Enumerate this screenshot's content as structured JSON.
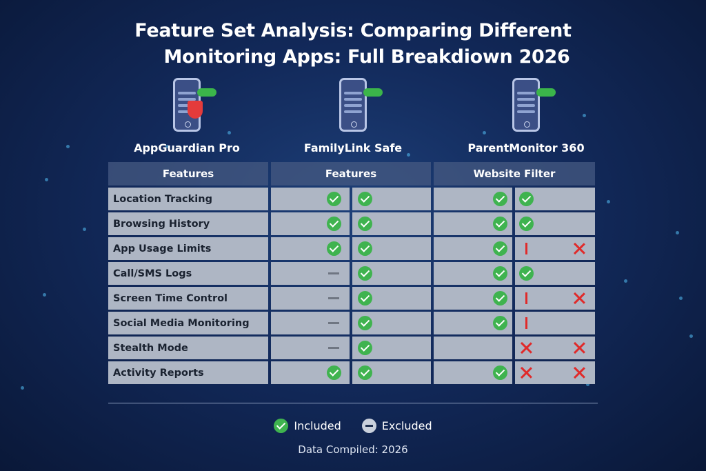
{
  "title": {
    "line1": "Feature Set Analysis: Comparing Different",
    "line2": "Monitoring Apps: Full Breakdiown 2026"
  },
  "apps": [
    {
      "name": "AppGuardian Pro",
      "icon": "phone-shield-icon"
    },
    {
      "name": "FamilyLink Safe",
      "icon": "phone-icon"
    },
    {
      "name": "ParentMonitor 360",
      "icon": "phone-icon"
    }
  ],
  "table": {
    "headers": [
      "Features",
      "Features",
      "Website Filter"
    ],
    "rows": [
      {
        "label": "Location Tracking",
        "marks": [
          "check",
          "check",
          "check",
          "check",
          ""
        ]
      },
      {
        "label": "Browsing History",
        "marks": [
          "check",
          "check",
          "check",
          "check",
          ""
        ]
      },
      {
        "label": "App Usage Limits",
        "marks": [
          "check",
          "check",
          "check",
          "bar",
          "x"
        ]
      },
      {
        "label": "Call/SMS Logs",
        "marks": [
          "dash",
          "check",
          "check",
          "check",
          ""
        ]
      },
      {
        "label": "Screen Time Control",
        "marks": [
          "dash",
          "check",
          "check",
          "bar",
          "x"
        ]
      },
      {
        "label": "Social Media Monitoring",
        "marks": [
          "dash",
          "check",
          "check",
          "bar",
          ""
        ]
      },
      {
        "label": "Stealth Mode",
        "marks": [
          "dash",
          "check",
          "",
          "x",
          "x"
        ]
      },
      {
        "label": "Activity Reports",
        "marks": [
          "check",
          "check",
          "check",
          "x",
          "x"
        ]
      }
    ]
  },
  "legend": {
    "included": "Included",
    "excluded": "Excluded"
  },
  "footer": "Data Compiled: 2026",
  "colors": {
    "included": "#3fb34f",
    "excluded": "#6f7682",
    "red_mark": "#e02a2a",
    "background": "#12295a"
  }
}
